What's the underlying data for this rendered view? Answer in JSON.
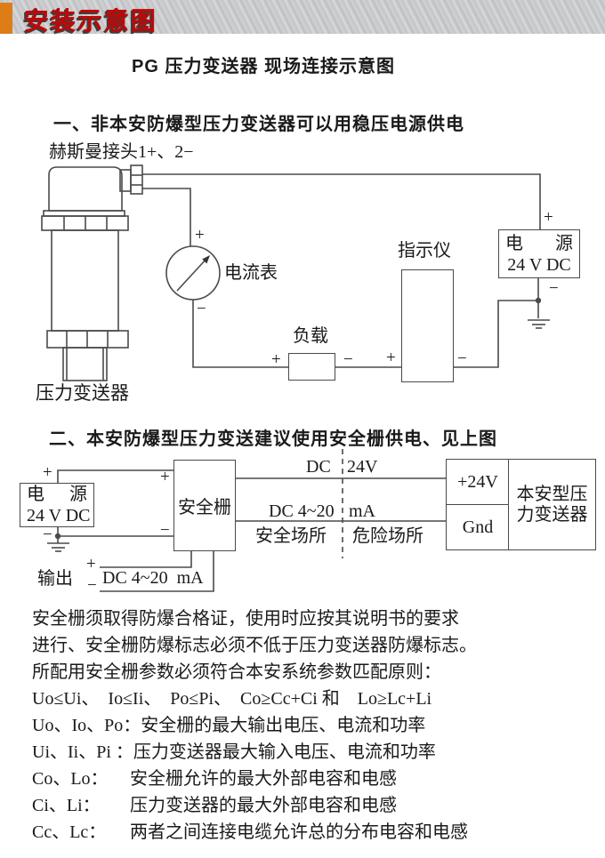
{
  "colors": {
    "accent_orange": "#dd7d17",
    "heading_red": "#c20606",
    "line_color": "#4a4a4a"
  },
  "banner": {
    "title": "安装示意图"
  },
  "subtitle": "PG 压力变送器 现场连接示意图",
  "sym": {
    "plus": "+",
    "minus": "−"
  },
  "section1": {
    "heading": "一、非本安防爆型压力变送器可以用稳压电源供电",
    "connector_label": "赫斯曼接头1+、2−",
    "transmitter_label": "压力变送器",
    "ammeter_label": "电流表",
    "load_label": "负载",
    "indicator_label": "指示仪",
    "power_line1": "电 源",
    "power_line2": "24 V DC"
  },
  "section2": {
    "heading": "二、本安防爆型压力变送建议使用安全栅供电、见上图",
    "power_line1": "电 源",
    "power_line2": "24 V DC",
    "barrier_label": "安全栅",
    "dc24_left": "DC",
    "dc24_right": "24V",
    "dc420_left": "DC 4~20",
    "dc420_right": "mA",
    "safe_area": "安全场所",
    "hazard_area": "危险场所",
    "terminal_plus": "+24V",
    "terminal_gnd": "Gnd",
    "ia_transmitter_line1": "本安型压",
    "ia_transmitter_line2": "力变送器",
    "output_label": "输出",
    "output_dc": "DC 4~20  mA"
  },
  "notes": {
    "lines": [
      "安全栅须取得防爆合格证，使用时应按其说明书的要求",
      "进行、安全栅防爆标志必须不低于压力变送器防爆标志。",
      "所配用安全栅参数必须符合本安系统参数匹配原则：",
      "Uo≤Ui、　Io≤Ii、　Po≤Pi、　Co≥Cc+Ci 和　Lo≥Lc+Li"
    ],
    "definitions": [
      {
        "term": "Uo、Io、Po：",
        "desc": "安全栅的最大输出电压、电流和功率"
      },
      {
        "term": "Ui、Ii、Pi ：",
        "desc": "压力变送器最大输入电压、电流和功率"
      },
      {
        "term": "Co、Lo：",
        "desc": "安全栅允许的最大外部电容和电感"
      },
      {
        "term": "Ci、Li：",
        "desc": "压力变送器的最大外部电容和电感"
      },
      {
        "term": "Cc、Lc：",
        "desc": "两者之间连接电缆允许总的分布电容和电感"
      }
    ]
  }
}
